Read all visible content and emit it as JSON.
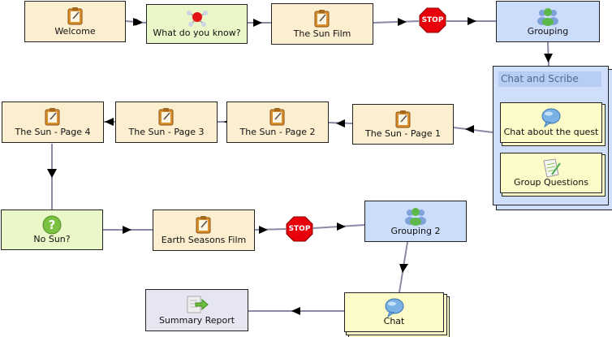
{
  "nodes": {
    "welcome": {
      "label": "Welcome",
      "icon": "notepad-icon"
    },
    "what_do_you_know": {
      "label": "What do you know?",
      "icon": "molecule-icon"
    },
    "sun_film": {
      "label": "The Sun Film",
      "icon": "notepad-icon"
    },
    "grouping": {
      "label": "Grouping",
      "icon": "people-group-icon"
    },
    "sun_page_1": {
      "label": "The Sun - Page 1",
      "icon": "notepad-icon"
    },
    "sun_page_2": {
      "label": "The Sun - Page 2",
      "icon": "notepad-icon"
    },
    "sun_page_3": {
      "label": "The Sun - Page 3",
      "icon": "notepad-icon"
    },
    "sun_page_4": {
      "label": "The Sun - Page 4",
      "icon": "notepad-icon"
    },
    "no_sun": {
      "label": "No Sun?",
      "icon": "question-mark-icon"
    },
    "earth_seasons_film": {
      "label": "Earth Seasons Film",
      "icon": "notepad-icon"
    },
    "grouping_2": {
      "label": "Grouping 2",
      "icon": "people-group-icon"
    },
    "chat": {
      "label": "Chat",
      "icon": "speech-bubble-icon"
    },
    "summary_report": {
      "label": "Summary Report",
      "icon": "report-arrow-icon"
    }
  },
  "container": {
    "title": "Chat and Scribe",
    "children": [
      {
        "label": "Chat about the quest",
        "icon": "speech-bubble-icon"
      },
      {
        "label": "Group Questions",
        "icon": "scribe-page-icon"
      }
    ]
  },
  "stop_gates": [
    {
      "label": "STOP"
    },
    {
      "label": "STOP"
    }
  ],
  "colors": {
    "notice": "#fcefd0",
    "question": "#eaf7c8",
    "grouping": "#ccdcfb",
    "chat": "#fdfbc7",
    "report": "#e6e6f3",
    "stop": "#e8000b",
    "edge": "#8a8aa6"
  }
}
